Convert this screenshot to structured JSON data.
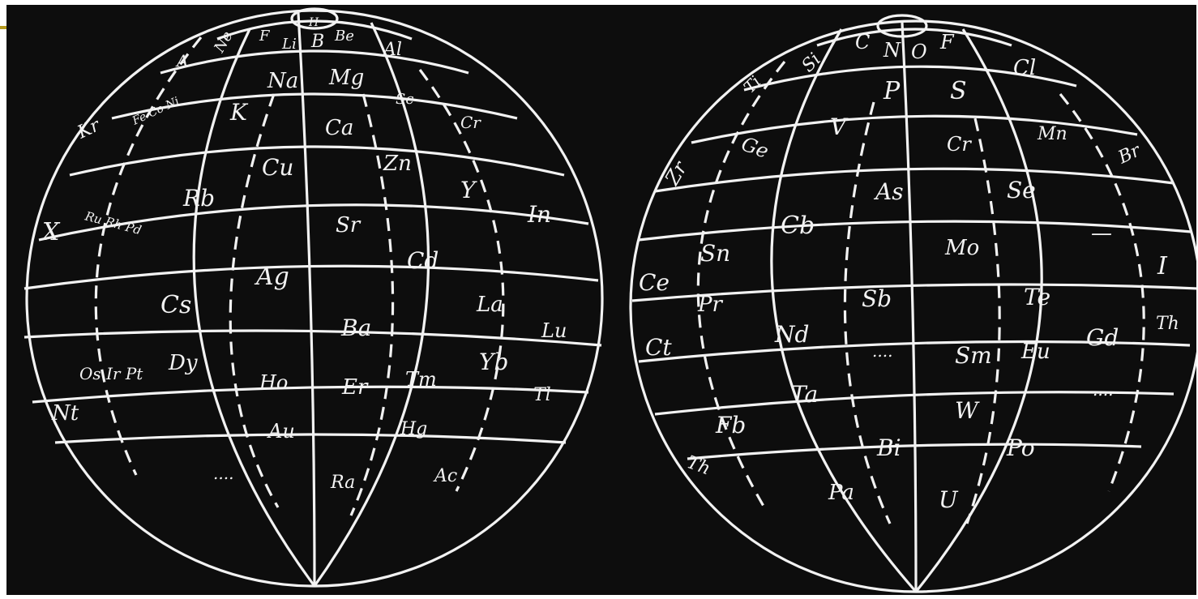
{
  "colors": {
    "background": "#0d0d0d",
    "line": "#f2f2f2",
    "accent": "#b59a1e"
  },
  "globes": [
    {
      "name": "left-globe",
      "elements": [
        "H",
        "Ne",
        "F",
        "Li",
        "B",
        "Be",
        "A",
        "Al",
        "Na",
        "Mg",
        "K",
        "Sc",
        "Ca",
        "Fe Co Ni",
        "Cr",
        "Kr",
        "Cu",
        "Zn",
        "Rb",
        "Y",
        "Ru Rh Pd",
        "Sr",
        "X",
        "In",
        "Ag",
        "Cd",
        "Cs",
        "La",
        "Ba",
        "Lu",
        "Dy",
        "Yb",
        "Os Ir Pt",
        "Ho",
        "Er",
        "Tm",
        "Tl",
        "Nt",
        "Au",
        "Hg",
        "....",
        "Ra",
        "Ac"
      ]
    },
    {
      "name": "right-globe",
      "elements": [
        "C",
        "N",
        "O",
        "F",
        "Si",
        "Cl",
        "Ti",
        "P",
        "S",
        "Mn",
        "Ge",
        "V",
        "Cr",
        "Br",
        "Zr",
        "As",
        "Se",
        "Cb",
        "Sn",
        "Mo",
        "—",
        "I",
        "Ce",
        "Sb",
        "Te",
        "Pr",
        "Nd",
        "Sm",
        "Eu",
        "Gd",
        "Th",
        "Ct",
        "....",
        "....",
        "Ta",
        "W",
        "Fb",
        "Bi",
        "Po",
        "Th",
        "Pa",
        "U"
      ]
    }
  ]
}
